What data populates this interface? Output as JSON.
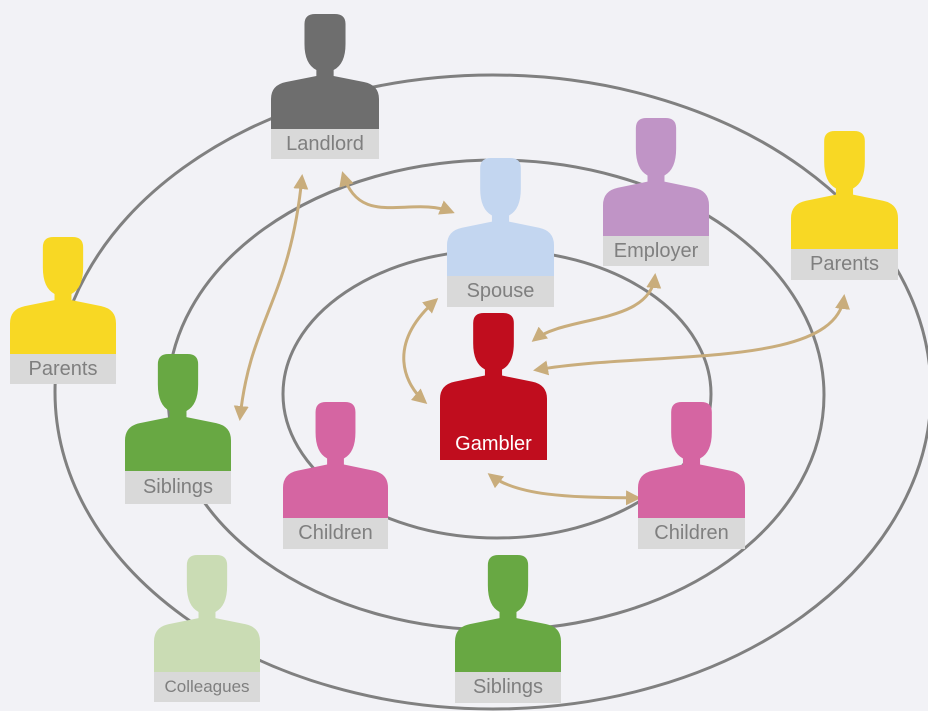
{
  "colors": {
    "background": "#f2f2f6",
    "ring": "#808080",
    "arrow": "#c9ad7c",
    "label_bg": "#d9d9d9",
    "label_text": "#7f7f7f"
  },
  "people": [
    {
      "id": "landlord",
      "label": "Landlord",
      "color": "#6e6e6e"
    },
    {
      "id": "employer",
      "label": "Employer",
      "color": "#c094c6"
    },
    {
      "id": "spouse",
      "label": "Spouse",
      "color": "#c3d6f0"
    },
    {
      "id": "parents-right",
      "label": "Parents",
      "color": "#f8d824"
    },
    {
      "id": "parents-left",
      "label": "Parents",
      "color": "#f8d824"
    },
    {
      "id": "gambler",
      "label": "Gambler",
      "color": "#c00d1e"
    },
    {
      "id": "siblings-left",
      "label": "Siblings",
      "color": "#68a843"
    },
    {
      "id": "children-left",
      "label": "Children",
      "color": "#d565a2"
    },
    {
      "id": "children-right",
      "label": "Children",
      "color": "#d565a2"
    },
    {
      "id": "colleagues",
      "label": "Colleagues",
      "color": "#cadcb4"
    },
    {
      "id": "siblings-bottom",
      "label": "Siblings",
      "color": "#68a843"
    }
  ]
}
